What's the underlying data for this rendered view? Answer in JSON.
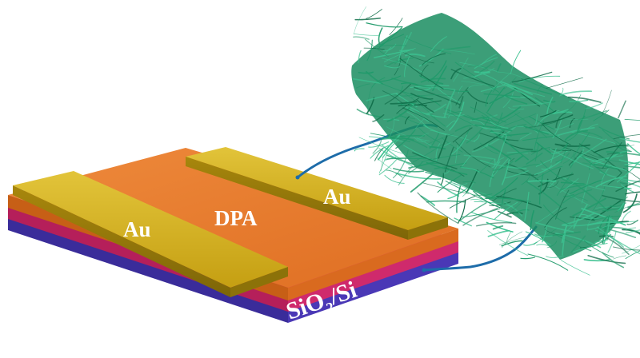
{
  "labels": {
    "electrode_left": "Au",
    "electrode_right": "Au",
    "channel": "DPA",
    "substrate_main": "SiO",
    "substrate_sub": "2",
    "substrate_tail": "/Si"
  },
  "colors": {
    "gold": "#c8a413",
    "gold_light": "#e3c53a",
    "gold_dark": "#7d6508",
    "dpa": "#e87a2c",
    "dpa_edge": "#c75f16",
    "pink": "#e5307b",
    "pink_edge": "#b51f5a",
    "purple": "#5f4bd6",
    "purple_edge": "#3a2c9a",
    "fiber": "#1f9a6a",
    "fiber_light": "#3cc190",
    "fiber_dark": "#0e6b47",
    "connector": "#1d6ca9"
  }
}
